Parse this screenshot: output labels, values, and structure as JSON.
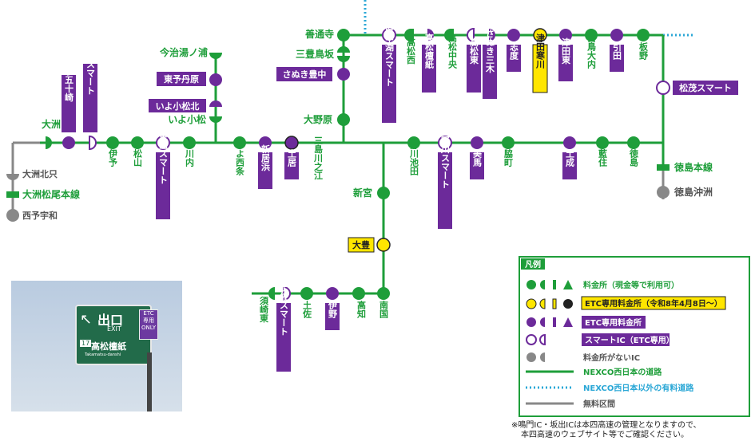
{
  "colors": {
    "green": "#1e9e3a",
    "purple": "#6c2a9a",
    "yellow": "#ffe600",
    "gray": "#888888",
    "blue_dotted": "#2aa7d6"
  },
  "stations": {
    "ozu": "大洲",
    "uchiko": "内子五十崎",
    "nakayama": "中山スマート",
    "iyo": "伊予",
    "matsuyama": "松山",
    "toon": "東温スマート",
    "kawauchi": "川内",
    "iyosaijo": "いよ西条",
    "niihama": "新居浜",
    "doi": "土居",
    "mishima": "三島川之江",
    "imabari": "今治湯ノ浦",
    "toyo": "東予丹原",
    "iyokomatsukita": "いよ小松北",
    "iyokomatsu": "いよ小松",
    "zentsuji": "善通寺",
    "sanyotoyosaka": "三豊鳥坂",
    "sanukitoyonaka": "さぬき豊中",
    "onohara": "大野原",
    "fuchu": "府中湖スマート",
    "takamatsunishi": "高松西",
    "takamatsuhigaki": "高松檀紙",
    "takamatsuchuo": "高松中央",
    "takamatsuhigashi": "高松東",
    "sanukimiki": "さぬき三木",
    "shido": "志度",
    "tsudasamukawa": "津田寒川",
    "tsudahigashi": "津田東",
    "shirotoriouchi": "白鳥大内",
    "hiketa": "引田",
    "itano": "板野",
    "matsushige": "松茂スマート",
    "ikawaikeda": "井川池田",
    "yoshinogawa": "吉野川スマート",
    "mima": "美馬",
    "wakimachi": "脇町",
    "donari": "土成",
    "aizumi": "藍住",
    "tokushima": "徳島",
    "tokushimahonsen": "徳島本線",
    "tokushimaoki": "徳島沖洲",
    "ozukitatada": "大洲北只",
    "ozumatsuo": "大洲松尾本線",
    "seiyouwa": "西予宇和",
    "shingu": "新宮",
    "otoyo": "大豊",
    "nangoku": "南国",
    "kochi": "高知",
    "ino": "伊野",
    "tosa": "土佐",
    "tosasmart": "土佐スマート",
    "susakihigashi": "須崎東"
  },
  "legend": {
    "title": "凡例",
    "items": [
      "料金所（現金等で利用可）",
      "ETC専用料金所（令和8年4月8日～）",
      "ETC専用料金所",
      "スマートIC（ETC専用）",
      "料金所がないIC",
      "NEXCO西日本の道路",
      "NEXCO西日本以外の有料道路",
      "無料区間"
    ]
  },
  "photo": {
    "exit_label": "出口",
    "exit_en": "EXIT",
    "ic_name": "高松檀紙",
    "ic_number": "17",
    "ic_romaji": "Takamatsu-danshi",
    "etc_label": "ETC",
    "etc_only": "専用",
    "etc_only_en": "ONLY"
  },
  "footnote": {
    "line1": "※鳴門IC・坂出ICは本四高速の管理となりますので、",
    "line2": "本四高速のウェブサイト等でご確認ください。"
  }
}
